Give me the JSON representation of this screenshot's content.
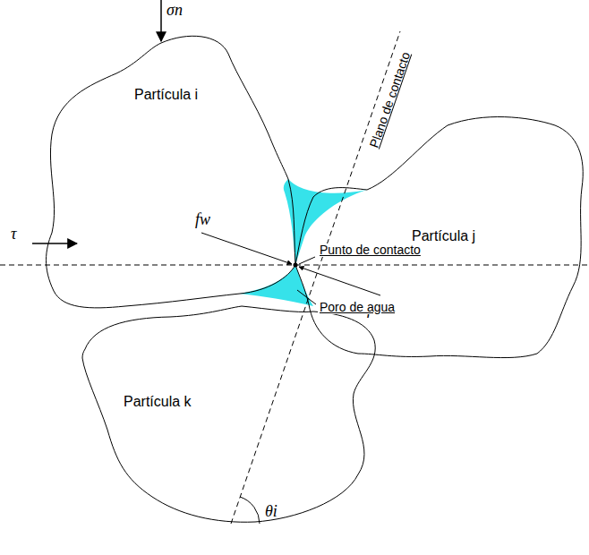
{
  "diagram": {
    "nodes": [
      {
        "text": [
          "Partícula i"
        ]
      },
      {
        "text": [
          "Partícula j"
        ]
      },
      {
        "text": [
          "Partícula k"
        ]
      }
    ],
    "labels": [
      "σn",
      "τ",
      "Plano de contacto",
      "fw",
      "fw",
      "Punto de contacto",
      "Poro de agua",
      "θi"
    ]
  }
}
